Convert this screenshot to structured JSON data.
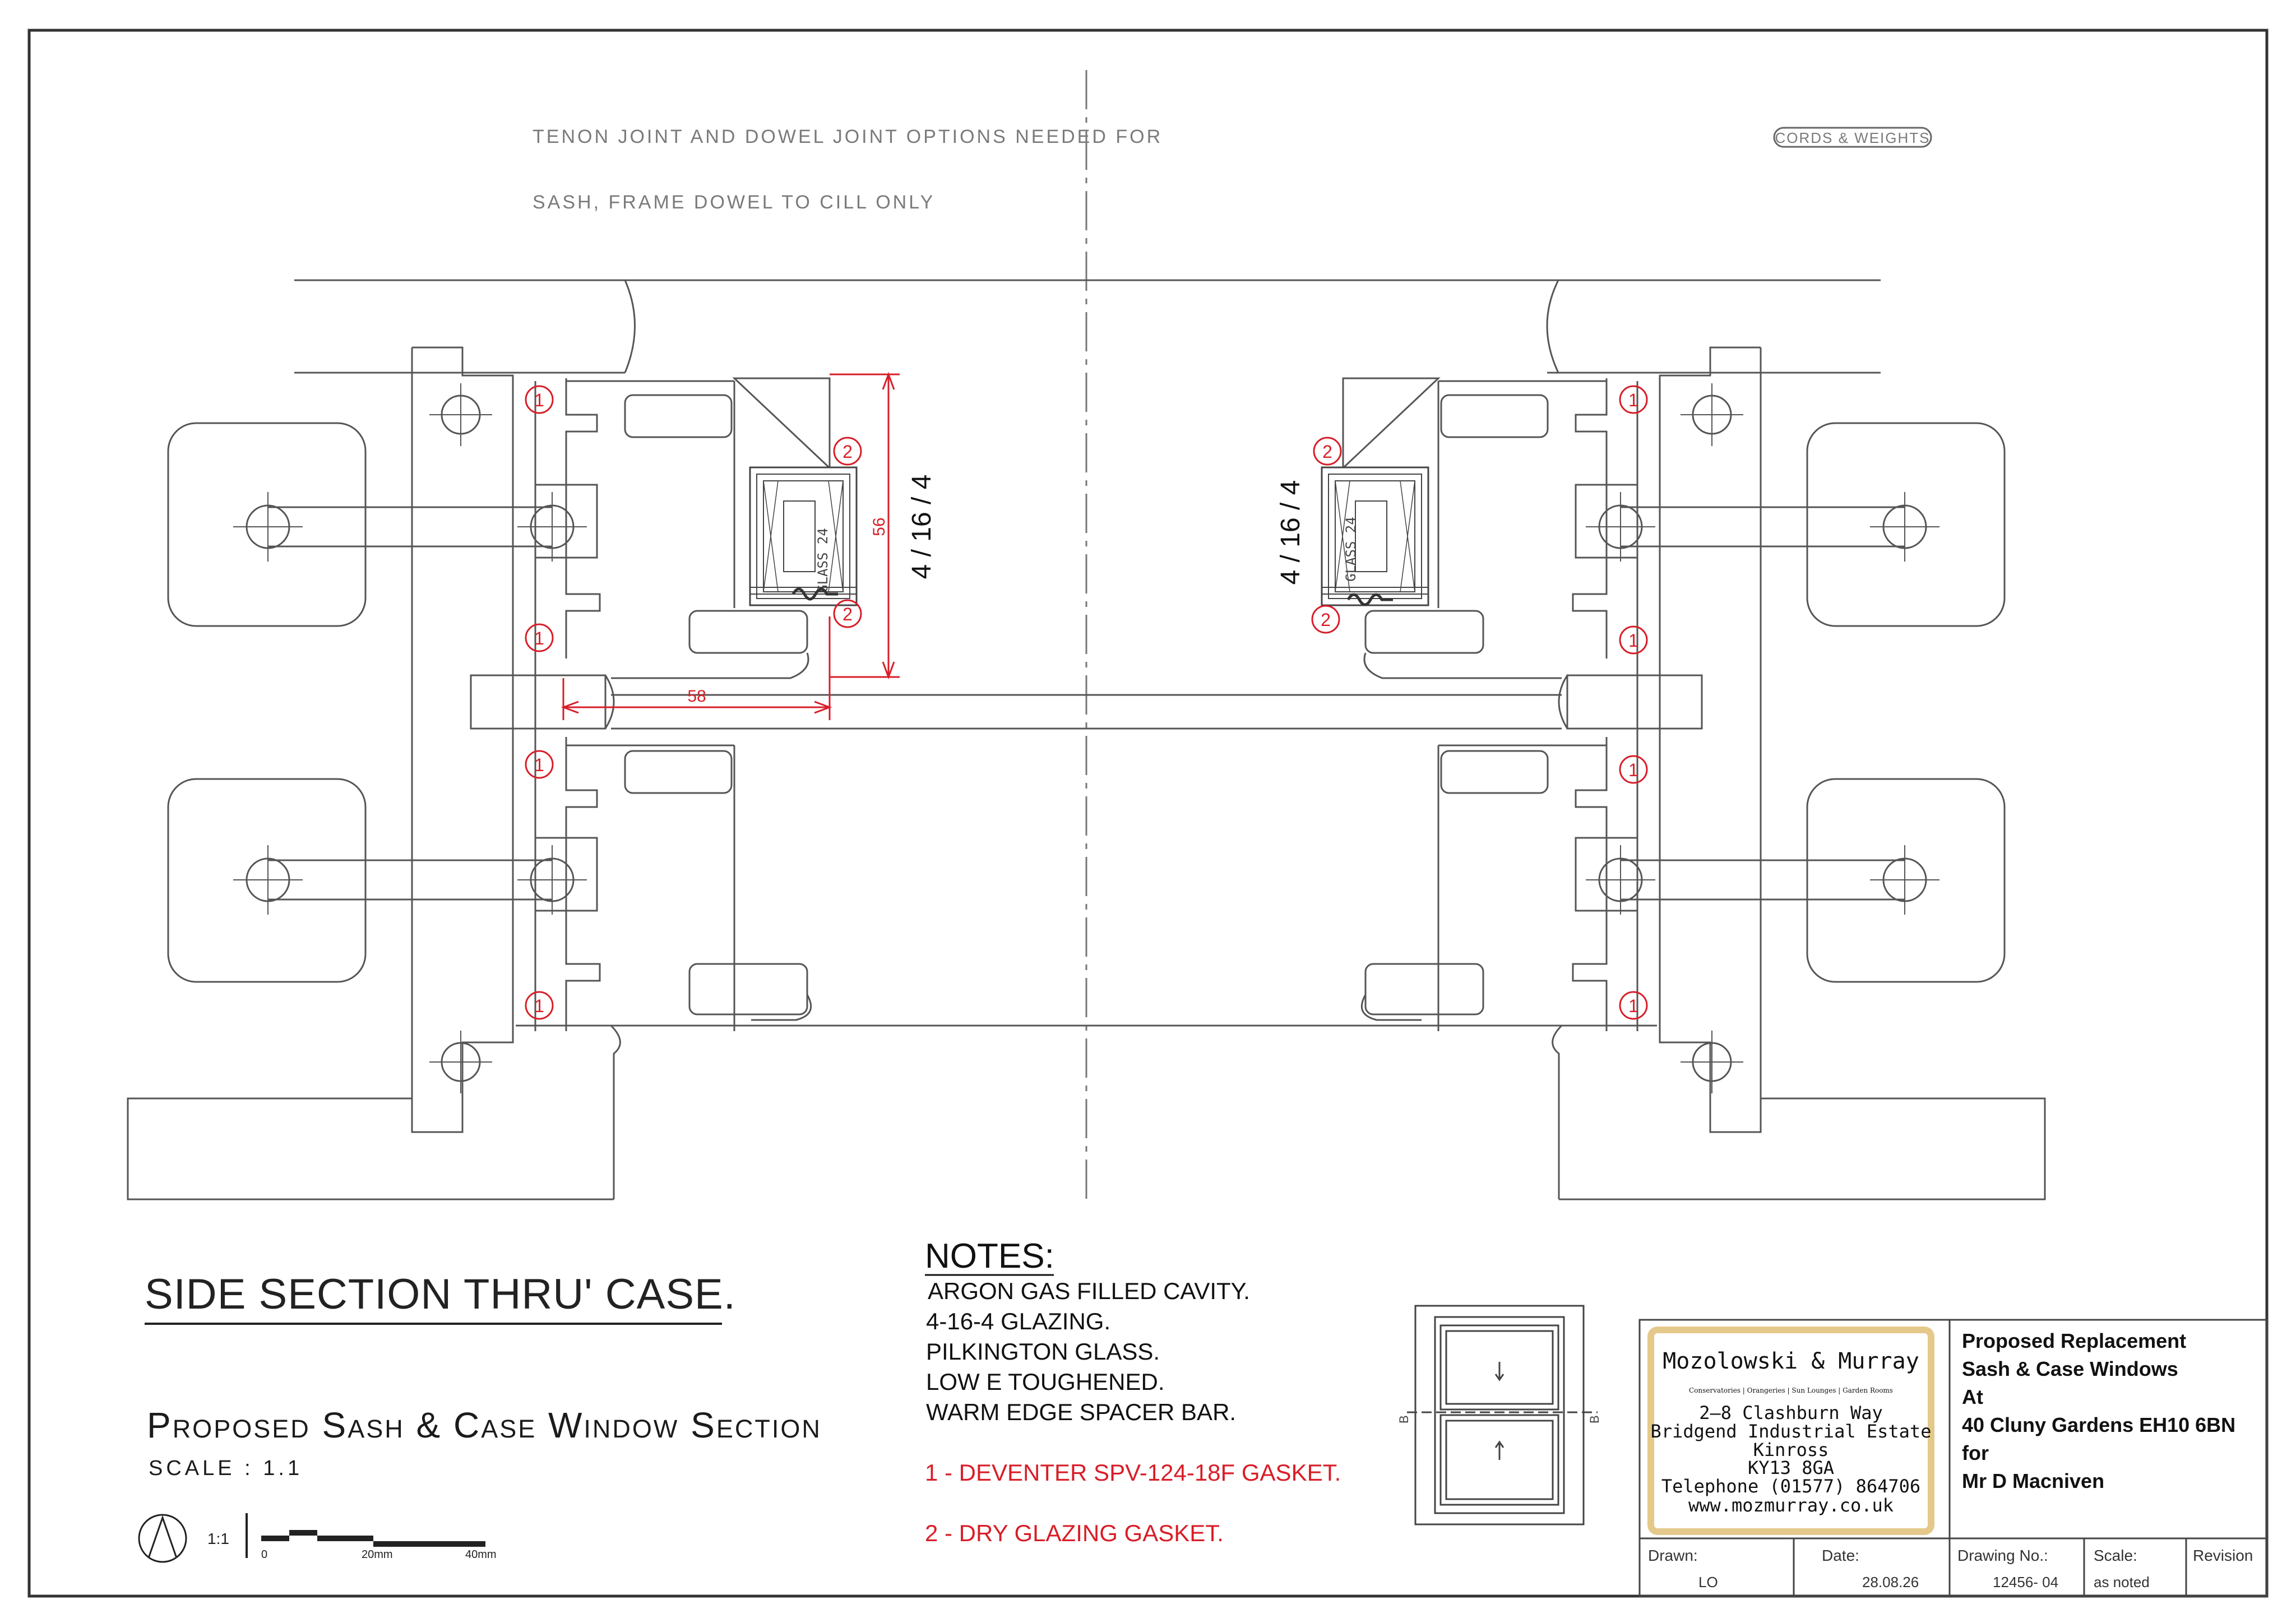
{
  "top_notes": {
    "line1": "TENON JOINT AND DOWEL JOINT OPTIONS NEEDED FOR",
    "line2": "SASH, FRAME DOWEL TO CILL ONLY",
    "cords_label": "CORDS & WEIGHTS"
  },
  "markers": {
    "one": "1",
    "two": "2"
  },
  "dimensions": {
    "height": "56",
    "width": "58",
    "glazing_left": "4 / 16 / 4",
    "glazing_right": "4 / 16 / 4",
    "glass_label": "GLASS 24"
  },
  "headings": {
    "handwritten_title": "SIDE SECTION THRU' CASE.",
    "main_title": "Proposed Sash & Case Window Section",
    "scale": "SCALE : 1.1"
  },
  "scale_bar": {
    "ratio": "1:1",
    "zero": "0",
    "mid": "20mm",
    "end": "40mm"
  },
  "notes": {
    "heading": "NOTES:",
    "items": [
      "ARGON GAS FILLED CAVITY.",
      "4-16-4 GLAZING.",
      "PILKINGTON GLASS.",
      "LOW E TOUGHENED.",
      "WARM EDGE SPACER BAR."
    ],
    "gasket1": "1  - DEVENTER SPV-124-18F GASKET.",
    "gasket2": "2  - DRY GLAZING GASKET."
  },
  "elevation": {
    "section_mark": "B"
  },
  "company": {
    "name": "Mozolowski & Murray",
    "tagline": "Conservatories | Orangeries | Sun Lounges | Garden Rooms",
    "address1": "2–8 Clashburn Way",
    "address2": "Bridgend Industrial Estate",
    "address3": "Kinross",
    "address4": "KY13 8GA",
    "phone": "Telephone (01577) 864706",
    "web": "www.mozmurray.co.uk"
  },
  "project": {
    "line1": "Proposed Replacement",
    "line2": "Sash & Case Windows",
    "line3": "At",
    "line4": "40 Cluny Gardens   EH10 6BN",
    "line5": "for",
    "line6": "Mr D Macniven"
  },
  "title_block": {
    "drawn_label": "Drawn:",
    "drawn_value": "LO",
    "date_label": "Date:",
    "date_value": "28.08.26",
    "drawing_no_label": "Drawing No.:",
    "drawing_no_value": "12456- 04",
    "scale_label": "Scale:",
    "scale_value": "as noted",
    "revision_label": "Revision"
  },
  "colors": {
    "line": "#555555",
    "dim_red": "#d81e28",
    "note_red": "#d81e28",
    "logo_border": "#e4c98a"
  }
}
